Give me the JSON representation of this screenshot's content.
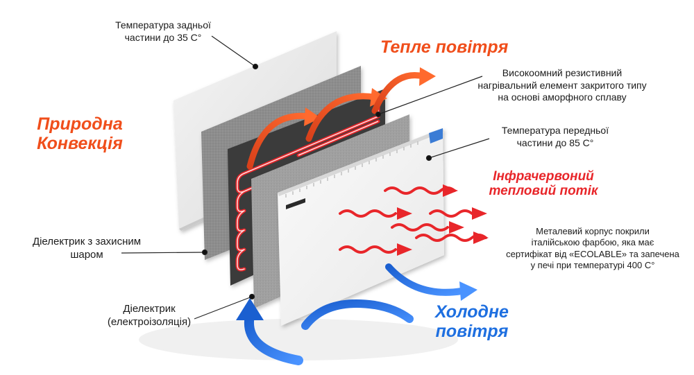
{
  "labels": {
    "back_temp": "Температура задньої\nчастини до 35 С°",
    "warm_air": "Тепле повітря",
    "heating_element": "Високоомний резистивний\nнагрівальний елемент закритого типу\nна основі аморфного сплаву",
    "natural_convection": "Природна\nКонвекція",
    "front_temp": "Температура передньої\nчастини до 85 С°",
    "infrared_flow": "Інфрачервоний\nтепловий потік",
    "metal_case": "Металевий корпус покрили\nіталійською фарбою, яка має\nсертифікат від «ECOLABLE» та запечена\nу печі при температурі 400 С°",
    "dielectric_protective": "Діелектрик з захисним\nшаром",
    "dielectric_insulation": "Діелектрик\n(електроізоляція)",
    "cold_air": "Холодне\nповітря"
  },
  "colors": {
    "warm": "#f04e1b",
    "cold": "#1e6fe0",
    "ir": "#e8262a",
    "text": "#1a1a1a",
    "panel_light": "#ececec",
    "panel_felt": "#8a8a8a",
    "panel_dark": "#3a3a3a",
    "front_panel": "#f7f7f7"
  }
}
